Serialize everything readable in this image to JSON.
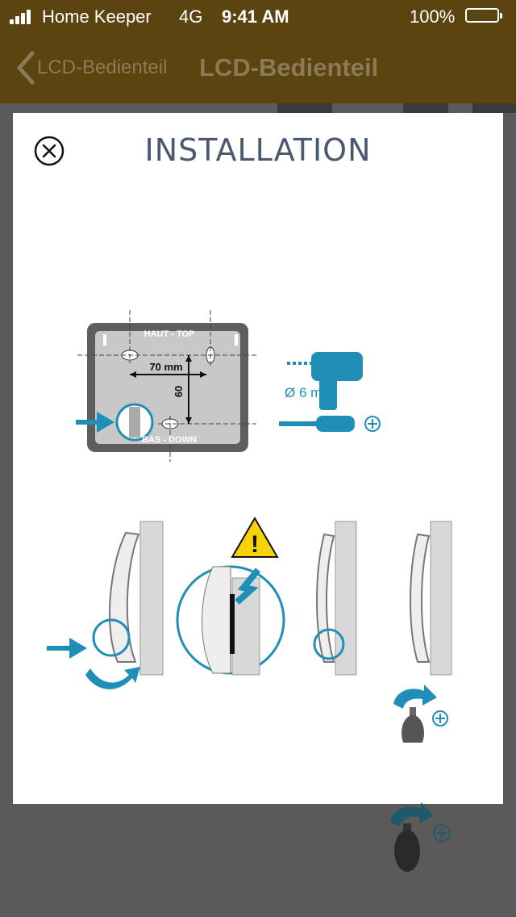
{
  "status_bar": {
    "carrier": "Home Keeper",
    "network": "4G",
    "time": "9:41 AM",
    "battery": "100%"
  },
  "nav": {
    "back_label": "LCD-Bedienteil",
    "title": "LCD-Bedienteil"
  },
  "modal": {
    "title": "INSTALLATION",
    "diagram": {
      "label_top": "HAUT - TOP",
      "label_bottom": "BAS - DOWN",
      "dim_width": "70 mm",
      "dim_height": "60",
      "drill_size": "Ø 6 mm"
    }
  },
  "colors": {
    "accent": "#1f8fb8",
    "nav_bg": "#5c4410",
    "title": "#4a5870",
    "warning": "#f5d20a"
  }
}
